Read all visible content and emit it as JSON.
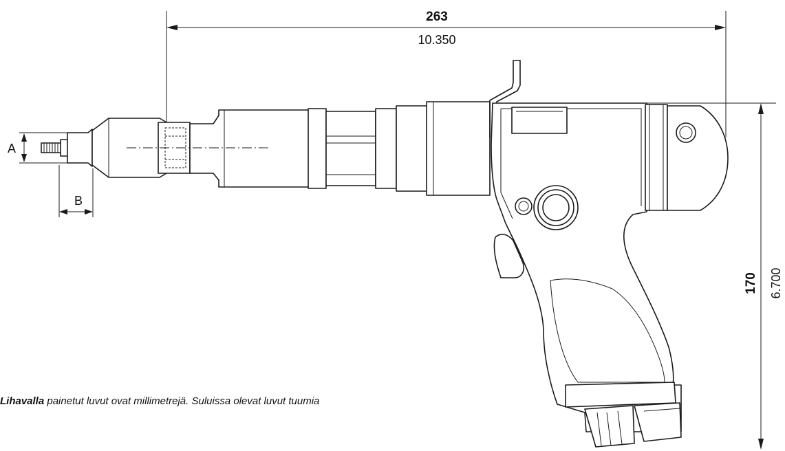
{
  "dimensions": {
    "overall_length": {
      "mm": "263",
      "inch": "10.350"
    },
    "height": {
      "mm": "170",
      "inch": "6.700"
    },
    "label_a": "A",
    "label_b": "B"
  },
  "note": {
    "bold": "Lihavalla",
    "rest": " painetut luvut ovat millimetrejä. Suluissa olevat luvut tuumia"
  }
}
